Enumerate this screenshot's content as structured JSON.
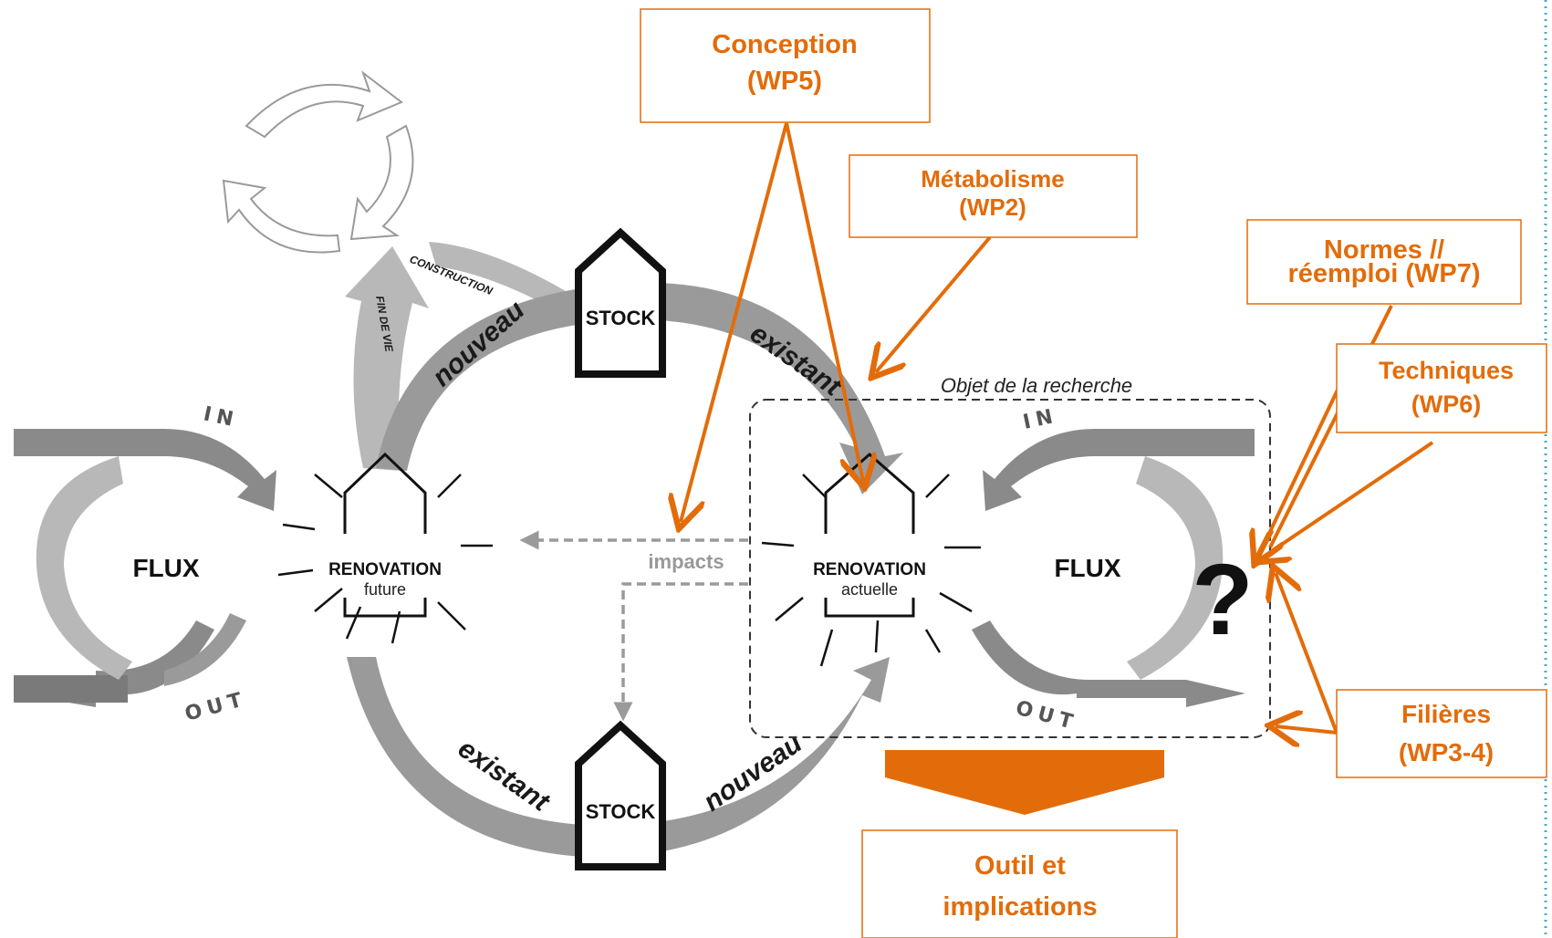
{
  "colors": {
    "orange": "#e36c0a",
    "arrow_dark": "#7a7a7a",
    "arrow_mid": "#9a9a9a",
    "arrow_light": "#b8b8b8",
    "dashed_gray": "#9a9a9a",
    "teal_border": "#4bacc6"
  },
  "wp_boxes": {
    "conception": {
      "line1": "Conception",
      "line2": "(WP5)"
    },
    "metabolisme": {
      "line1": "Métabolisme",
      "line2": "(WP2)"
    },
    "normes": {
      "line1": "Normes //",
      "line2": "réemploi (WP7)"
    },
    "techniques": {
      "line1": "Techniques",
      "line2": "(WP6)"
    },
    "filieres": {
      "line1": "Filières",
      "line2": "(WP3-4)"
    },
    "outil": {
      "line1": "Outil et",
      "line2": "implications"
    }
  },
  "stock_top": "STOCK",
  "stock_bottom": "STOCK",
  "renovation_future": {
    "title": "RENOVATION",
    "sub": "future"
  },
  "renovation_actuelle": {
    "title": "RENOVATION",
    "sub": "actuelle"
  },
  "flux_left": "FLUX",
  "flux_right": "FLUX",
  "in_left": "IN",
  "out_left": "OUT",
  "in_right": "IN",
  "out_right": "OUT",
  "arc_top_left": "nouveau",
  "arc_top_right": "existant",
  "arc_bottom_left": "existant",
  "arc_bottom_right": "nouveau",
  "construction": "CONSTRUCTION",
  "fin_de_vie": "FIN DE VIE",
  "impacts": "impacts",
  "research_object": "Objet de la recherche",
  "question_mark": "?",
  "icons": [
    "recycle-icon",
    "house-icon",
    "burst-icon"
  ]
}
